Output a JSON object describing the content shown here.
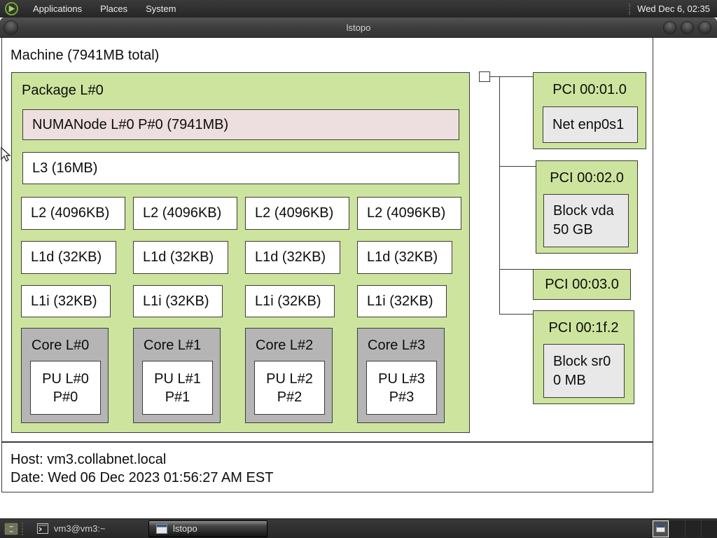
{
  "panel": {
    "menus": [
      {
        "label": "Applications"
      },
      {
        "label": "Places"
      },
      {
        "label": "System"
      }
    ],
    "clock": "Wed Dec 6, 02:35"
  },
  "window": {
    "title": "lstopo"
  },
  "topology": {
    "machine_label": "Machine (7941MB total)",
    "package_label": "Package L#0",
    "numanode_label": "NUMANode L#0 P#0 (7941MB)",
    "l3_label": "L3 (16MB)",
    "l2_labels": [
      "L2 (4096KB)",
      "L2 (4096KB)",
      "L2 (4096KB)",
      "L2 (4096KB)"
    ],
    "l1d_labels": [
      "L1d (32KB)",
      "L1d (32KB)",
      "L1d (32KB)",
      "L1d (32KB)"
    ],
    "l1i_labels": [
      "L1i (32KB)",
      "L1i (32KB)",
      "L1i (32KB)",
      "L1i (32KB)"
    ],
    "cores": [
      {
        "label": "Core L#0",
        "pu_line1": "PU L#0",
        "pu_line2": "P#0"
      },
      {
        "label": "Core L#1",
        "pu_line1": "PU L#1",
        "pu_line2": "P#1"
      },
      {
        "label": "Core L#2",
        "pu_line1": "PU L#2",
        "pu_line2": "P#2"
      },
      {
        "label": "Core L#3",
        "pu_line1": "PU L#3",
        "pu_line2": "P#3"
      }
    ],
    "pci": [
      {
        "label": "PCI 00:01.0",
        "device_line1": "Net enp0s1"
      },
      {
        "label": "PCI 00:02.0",
        "device_line1": "Block vda",
        "device_line2": "50 GB"
      },
      {
        "label": "PCI 00:03.0"
      },
      {
        "label": "PCI 00:1f.2",
        "device_line1": "Block sr0",
        "device_line2": "0 MB"
      }
    ],
    "legend": {
      "host": "Host: vm3.collabnet.local",
      "date": "Date: Wed 06 Dec 2023 01:56:27 AM EST"
    },
    "colors": {
      "package_green": "#cde49e",
      "numanode_pink": "#eddfdf",
      "core_gray": "#b5b5b5",
      "device_gray": "#e8e8e8",
      "box_border": "#3c3c3c"
    }
  },
  "taskbar": {
    "tasks": [
      {
        "label": "vm3@vm3:~"
      },
      {
        "label": "lstopo"
      }
    ]
  }
}
